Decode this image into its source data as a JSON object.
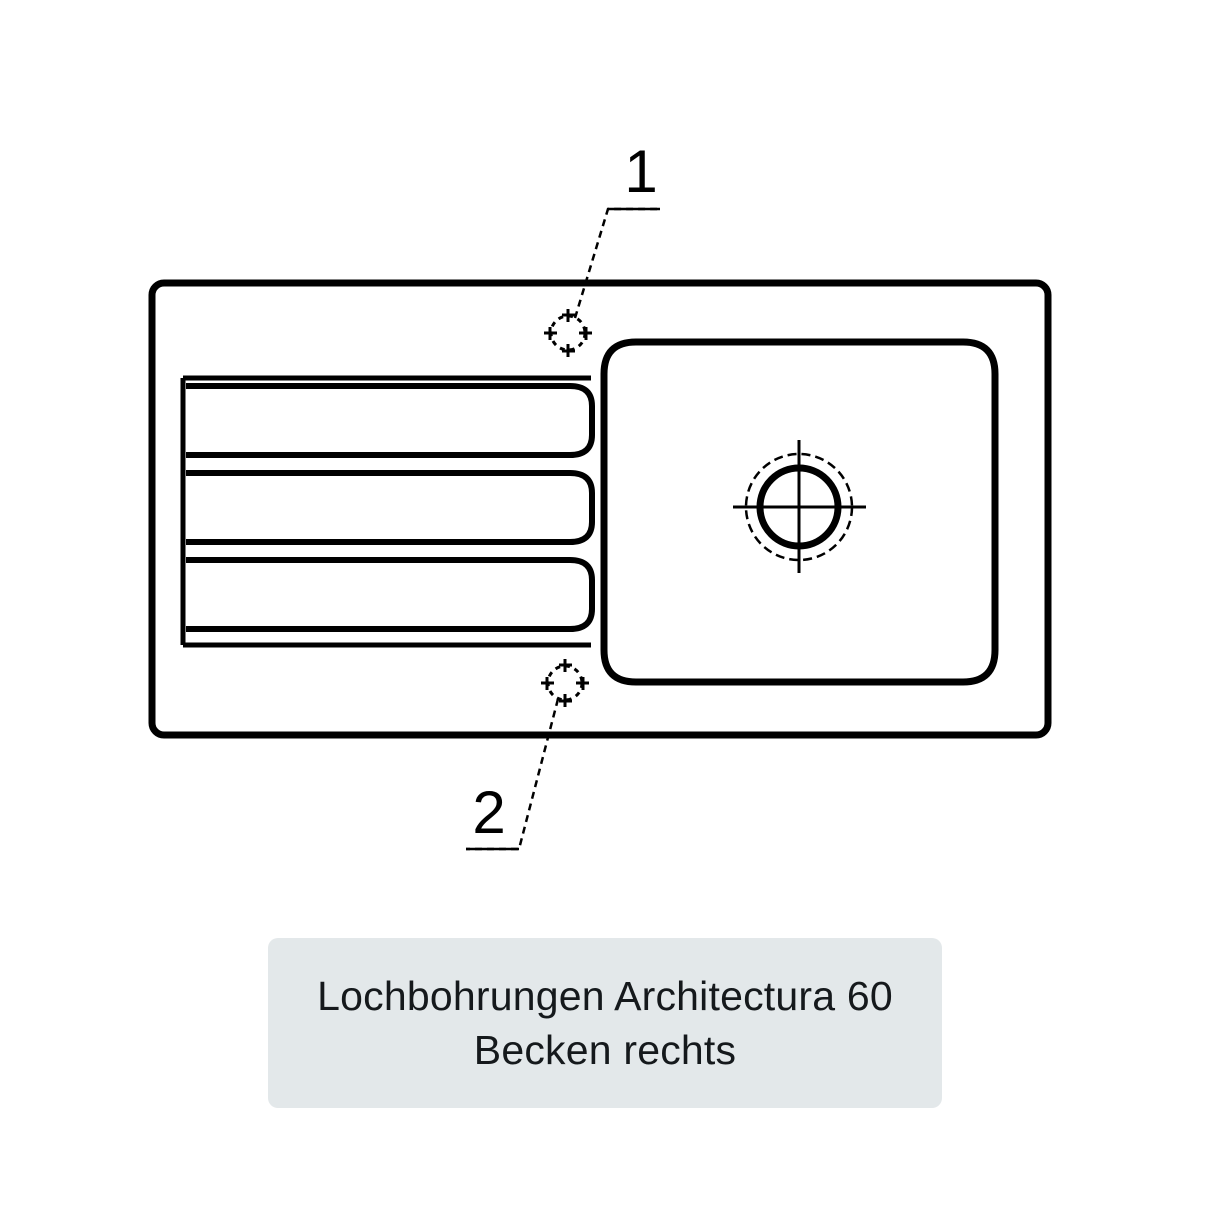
{
  "drawing": {
    "type": "technical-line-drawing",
    "subject": "kitchen-sink-top-view-hole-drilling-positions",
    "stroke_color": "#000000",
    "background_color": "#ffffff",
    "callouts": [
      {
        "id": "1",
        "label": "1",
        "target": "tap-hole-position-upper"
      },
      {
        "id": "2",
        "label": "2",
        "target": "tap-hole-position-lower"
      }
    ],
    "features": {
      "outer_body_label": "sink-outline",
      "basin_label": "basin-right",
      "drainboard_label": "drainboard-left",
      "drainboard_groove_count": 3,
      "drain_hole_label": "drain-outlet",
      "hole_marker_count": 2
    }
  },
  "caption": {
    "line1": "Lochbohrungen Architectura 60",
    "line2": "Becken rechts",
    "background_color": "#e3e8ea",
    "text_color": "#15191c"
  }
}
